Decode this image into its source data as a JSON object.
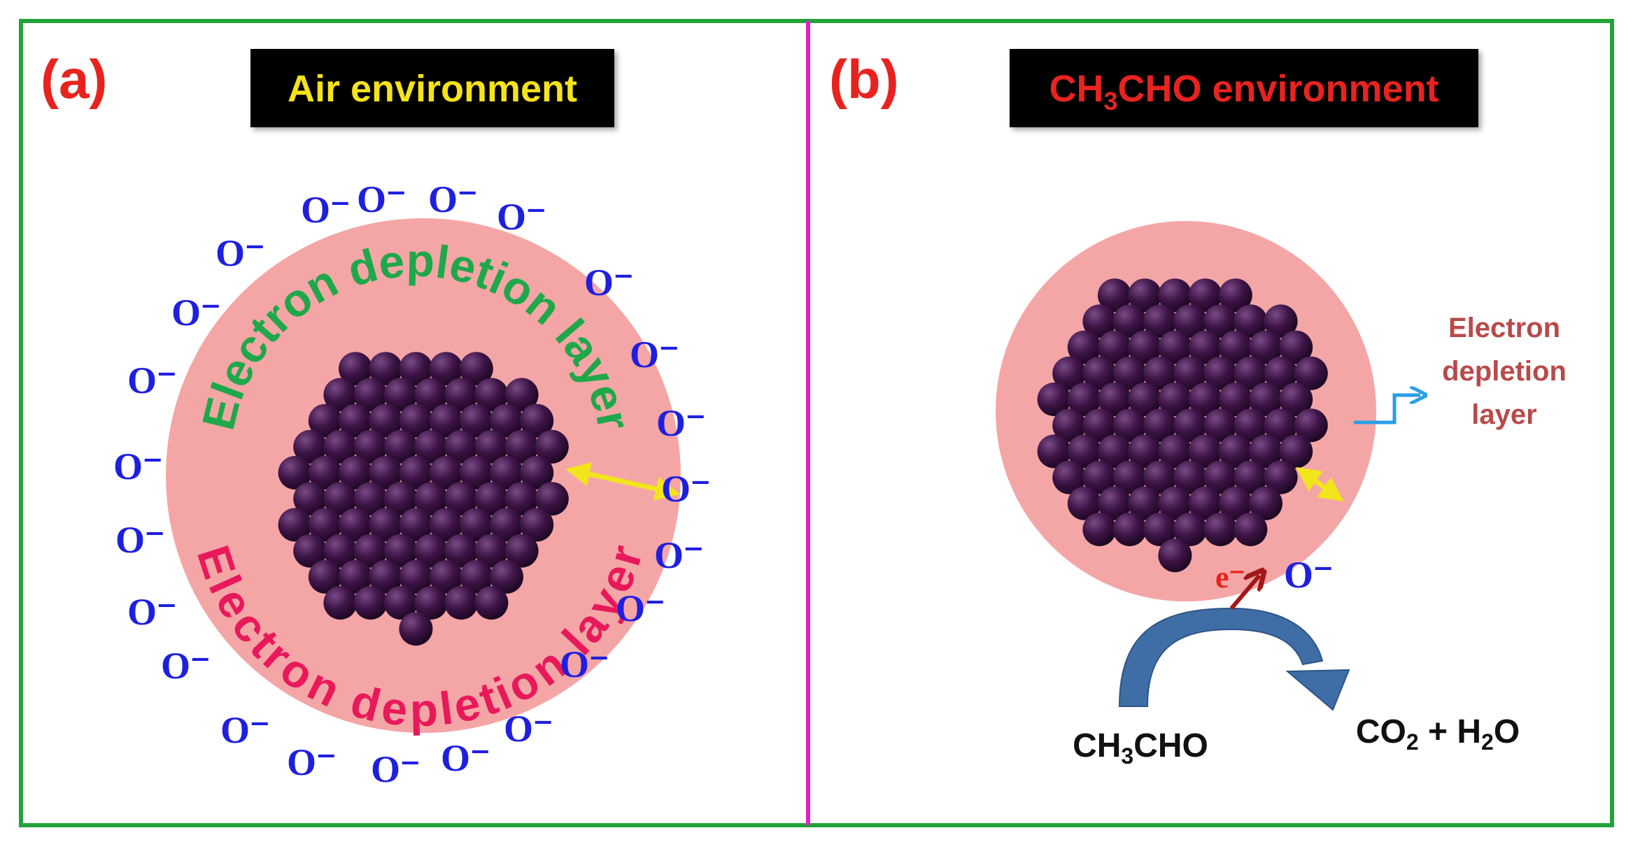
{
  "panel_a": {
    "letter": "(a)",
    "banner": "Air environment",
    "ion_label": "O⁻",
    "layer_label_top": "Electron depletion layer",
    "layer_label_bottom": "Electron depletion layer"
  },
  "panel_b": {
    "letter": "(b)",
    "banner_prefix": "CH",
    "banner_sub": "3",
    "banner_suffix": "CHO environment",
    "ion_label": "O⁻",
    "electron_label": "e⁻",
    "layer_label_lines": [
      "Electron",
      "depletion",
      "layer"
    ],
    "reactant_prefix": "CH",
    "reactant_sub": "3",
    "reactant_suffix": "CHO",
    "product_co": "CO",
    "product_co_sub": "2",
    "product_plus_h": " + H",
    "product_h_sub": "2",
    "product_o": "O"
  },
  "colors": {
    "frame": "#22a33a",
    "divider": "#e21fc8",
    "depletion_layer": "#f4a6a6",
    "grain": "#3a1040",
    "ion": "#1f1fe0",
    "label_red": "#e8231f",
    "banner_a_text": "#f5e31a",
    "banner_b_text": "#e8231f",
    "arc_top_text": "#1fa84a",
    "arc_bottom_text": "#e8195a",
    "double_arrow": "#f2e51b",
    "flow_arrow": "#3f6ea6",
    "electron_arrow": "#a01818",
    "pointer_arrow": "#2a9ee8"
  }
}
